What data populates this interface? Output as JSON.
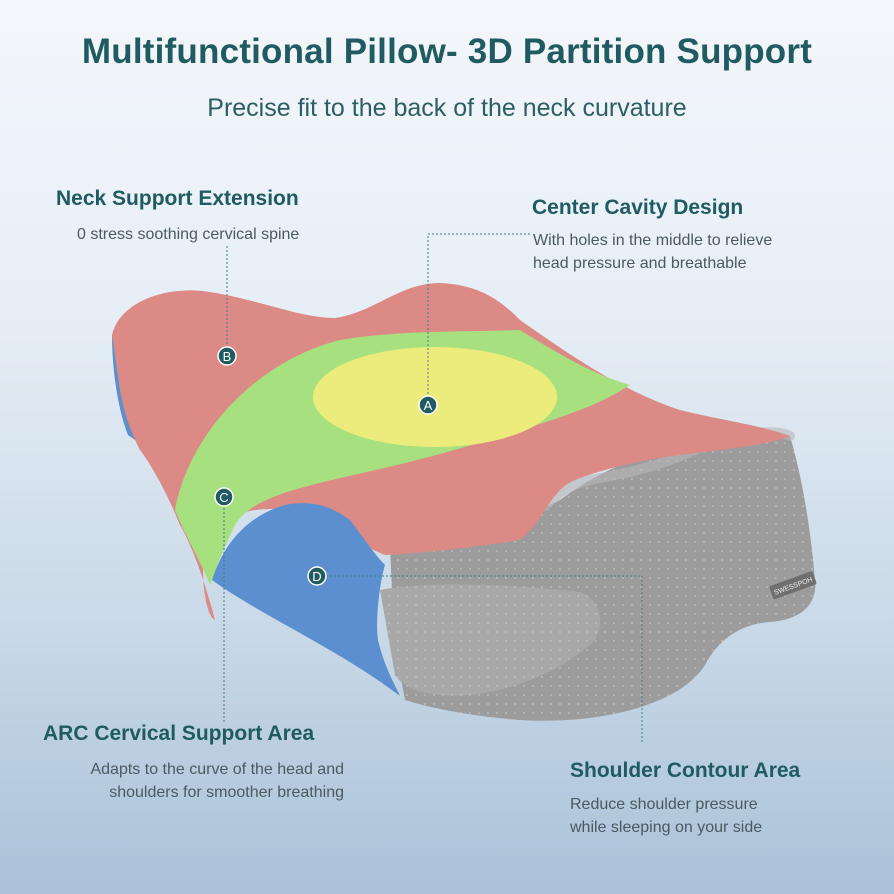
{
  "header": {
    "title": "Multifunctional Pillow- 3D Partition Support",
    "subtitle": "Precise fit to the back of the neck curvature"
  },
  "features": {
    "neck": {
      "title": "Neck Support Extension",
      "desc": [
        "0 stress soothing cervical spine"
      ]
    },
    "cavity": {
      "title": "Center Cavity Design",
      "desc": [
        "With holes in the middle to relieve",
        "head pressure and breathable"
      ]
    },
    "arc": {
      "title": "ARC Cervical Support Area",
      "desc": [
        "Adapts to the curve of the head and",
        "shoulders for smoother breathing"
      ]
    },
    "shoulder": {
      "title": "Shoulder Contour Area",
      "desc": [
        "Reduce shoulder pressure",
        "while sleeping on your side"
      ]
    }
  },
  "markers": {
    "a": "A",
    "b": "B",
    "c": "C",
    "d": "D"
  },
  "brand_tag": "SWESSPOH",
  "colors": {
    "accent": "#1f5b61",
    "zone_red": "#dc8a86",
    "zone_green": "#a6e07f",
    "zone_yellow": "#ecec7c",
    "zone_blue": "#5b8fcf",
    "cover_gray": "#9c9c9c"
  }
}
